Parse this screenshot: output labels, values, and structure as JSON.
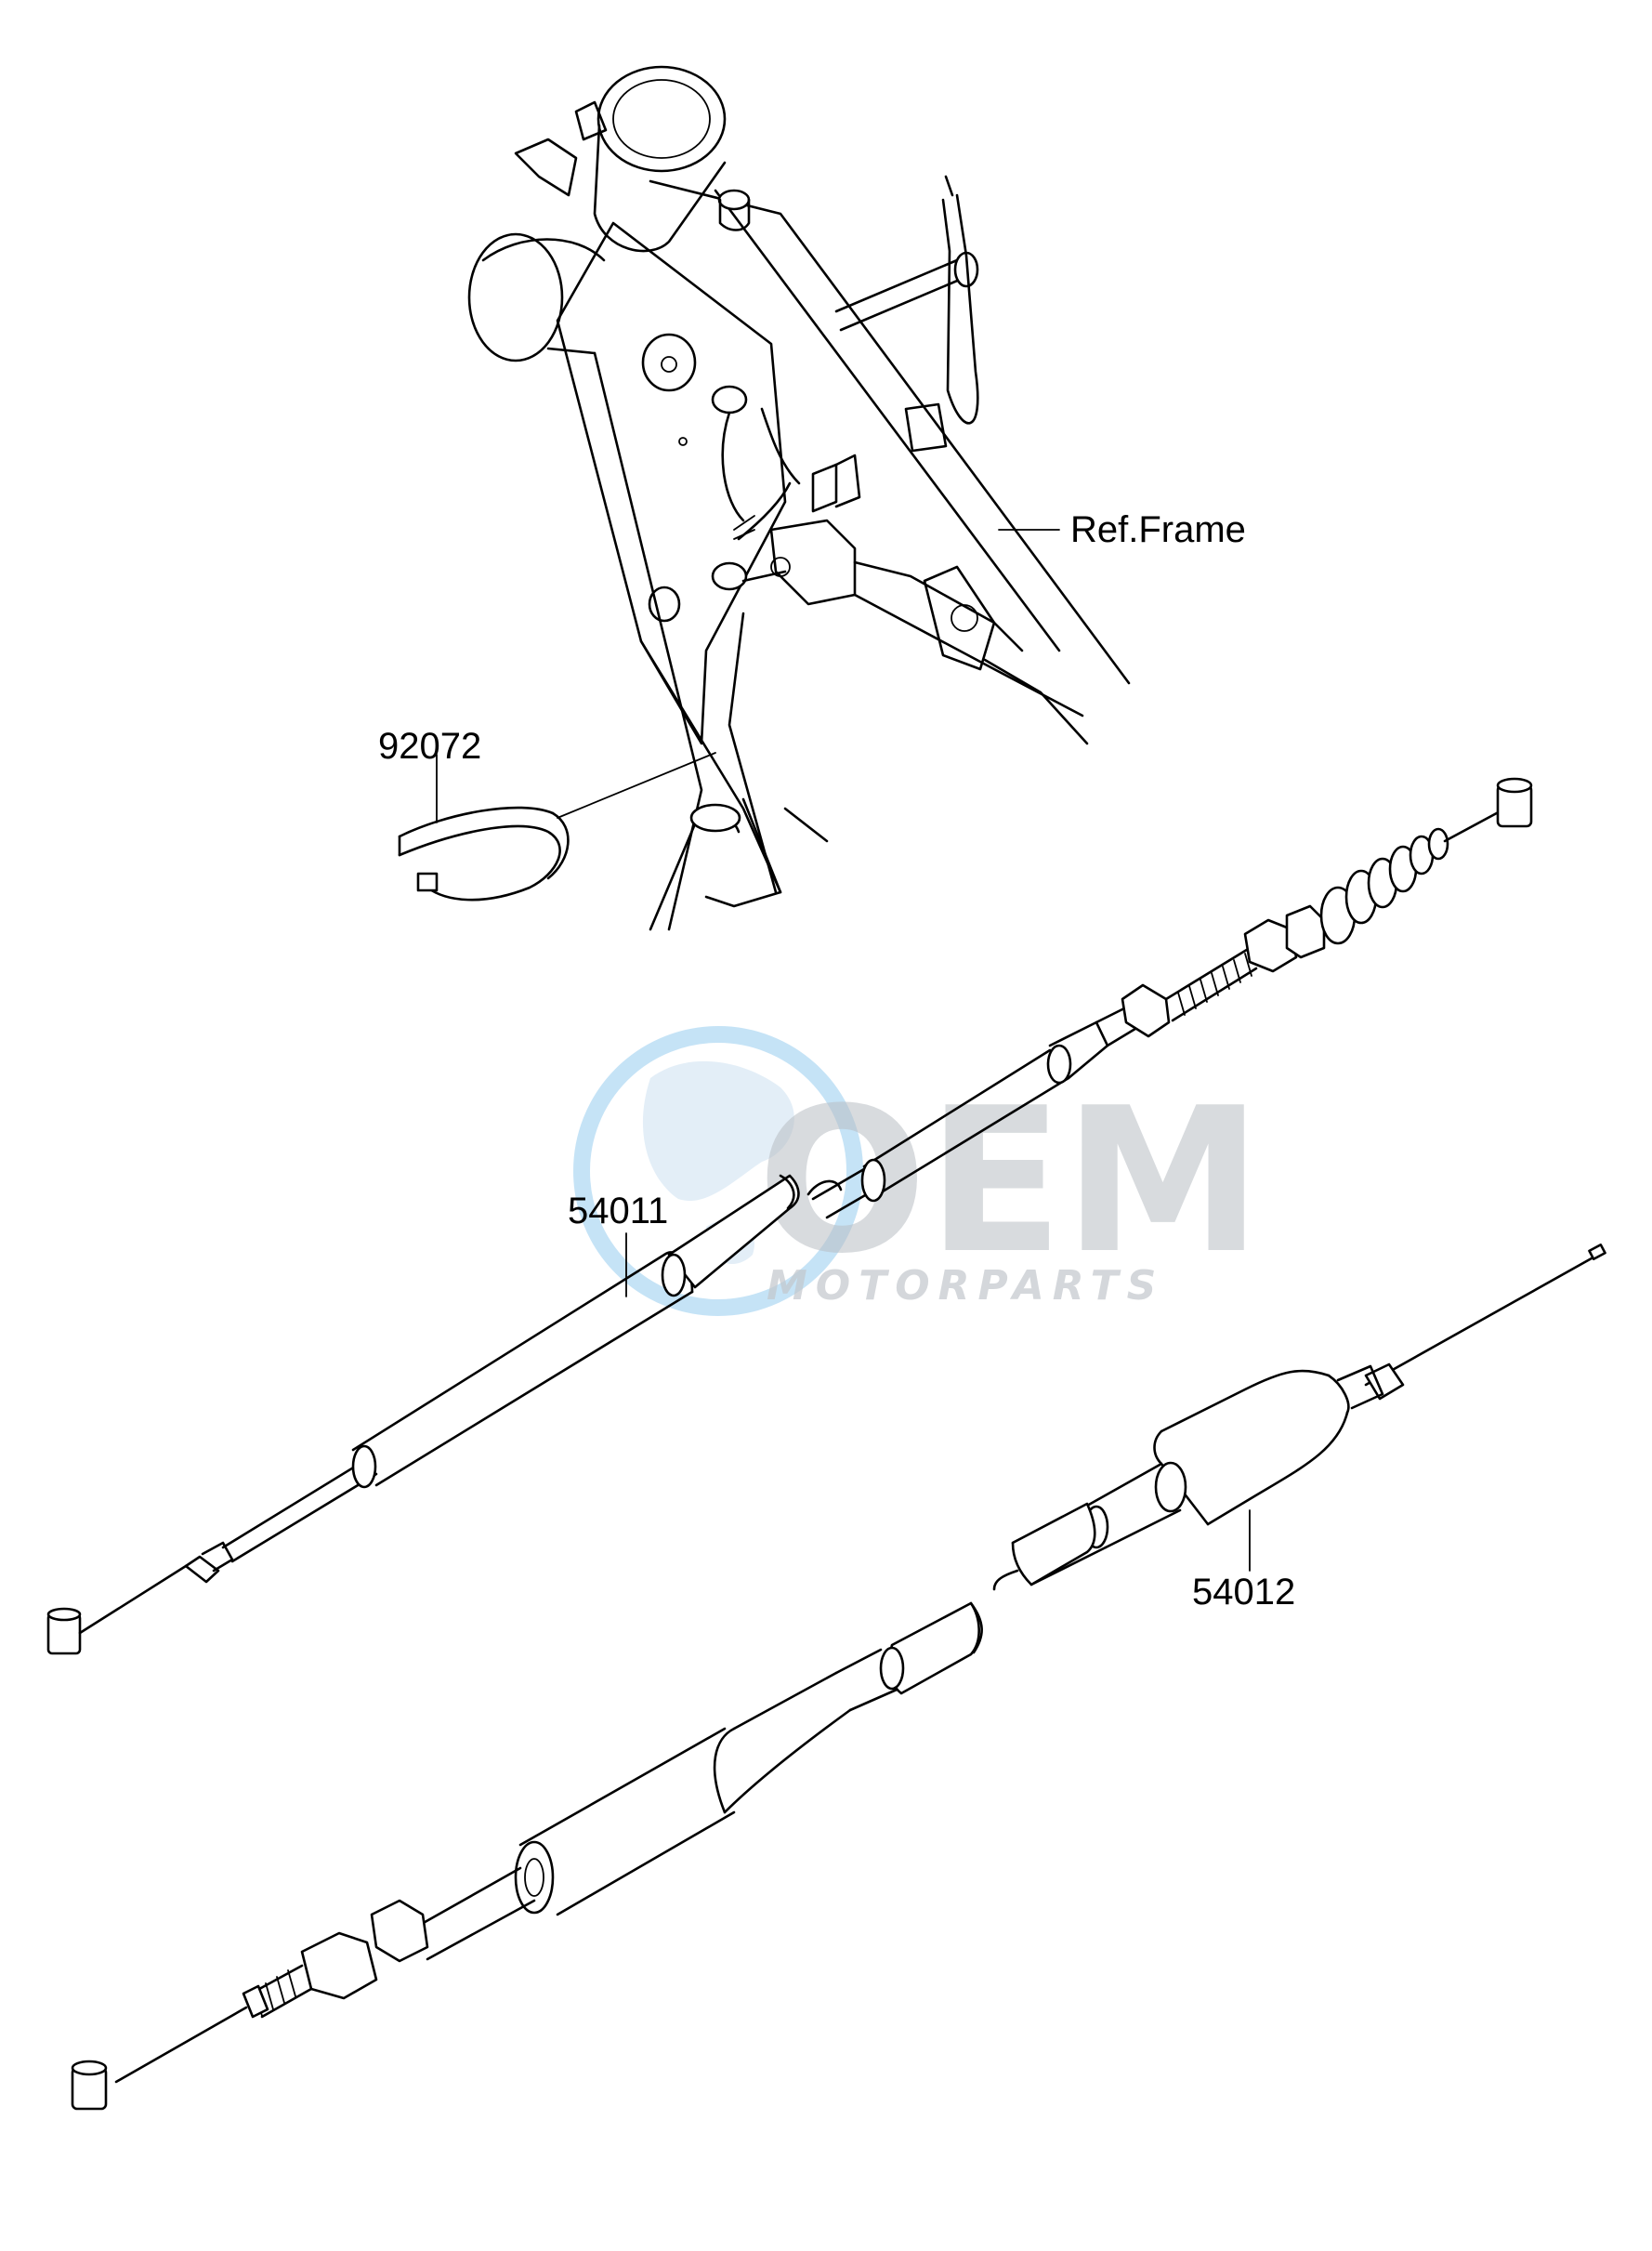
{
  "labels": {
    "frame": "Ref.Frame",
    "band": "92072",
    "cable_a": "54011",
    "cable_b": "54012"
  },
  "watermark": {
    "brand": "OEM",
    "sub": "MOTORPARTS",
    "globe_color": "#8fc8ec",
    "text_color": "#b9bec4"
  }
}
